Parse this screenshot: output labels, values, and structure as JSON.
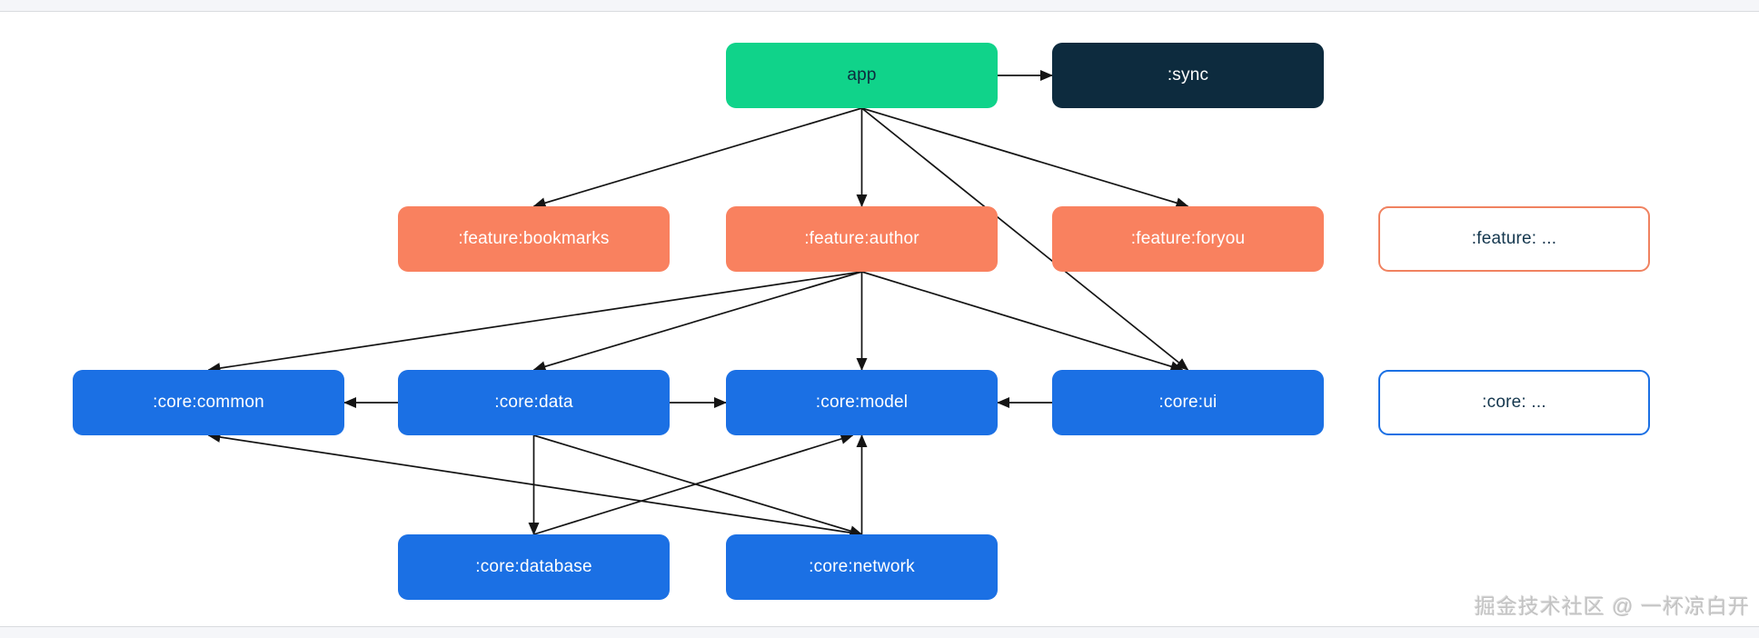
{
  "page": {
    "watermark": "掘金技术社区 @ 一杯凉白开"
  },
  "diagram": {
    "type": "module-dependency-graph",
    "colors": {
      "app_fill": "#10d38a",
      "sync_fill": "#0d2b3e",
      "feature_fill": "#f9815f",
      "core_fill": "#1b70e4",
      "outline_feature_border": "#f08260",
      "outline_core_border": "#1b70e4",
      "node_text_light": "#ffffff",
      "node_text_dark": "#0d2b3e",
      "arrow": "#141414"
    },
    "nodes": {
      "app": {
        "label": "app"
      },
      "sync": {
        "label": ":sync"
      },
      "feature_bookmarks": {
        "label": ":feature:bookmarks"
      },
      "feature_author": {
        "label": ":feature:author"
      },
      "feature_foryou": {
        "label": ":feature:foryou"
      },
      "feature_more": {
        "label": ":feature: ..."
      },
      "core_common": {
        "label": ":core:common"
      },
      "core_data": {
        "label": ":core:data"
      },
      "core_model": {
        "label": ":core:model"
      },
      "core_ui": {
        "label": ":core:ui"
      },
      "core_more": {
        "label": ":core: ..."
      },
      "core_database": {
        "label": ":core:database"
      },
      "core_network": {
        "label": ":core:network"
      }
    },
    "edges": [
      {
        "from": "app",
        "to": "sync"
      },
      {
        "from": "app",
        "to": "feature_bookmarks"
      },
      {
        "from": "app",
        "to": "feature_author"
      },
      {
        "from": "app",
        "to": "feature_foryou"
      },
      {
        "from": "app",
        "to": "core_ui"
      },
      {
        "from": "feature_author",
        "to": "core_common"
      },
      {
        "from": "feature_author",
        "to": "core_data"
      },
      {
        "from": "feature_author",
        "to": "core_model"
      },
      {
        "from": "feature_author",
        "to": "core_ui"
      },
      {
        "from": "core_data",
        "to": "core_common"
      },
      {
        "from": "core_data",
        "to": "core_model"
      },
      {
        "from": "core_ui",
        "to": "core_model"
      },
      {
        "from": "core_data",
        "to": "core_database"
      },
      {
        "from": "core_data",
        "to": "core_network"
      },
      {
        "from": "core_database",
        "to": "core_model"
      },
      {
        "from": "core_network",
        "to": "core_model"
      },
      {
        "from": "core_network",
        "to": "core_common"
      }
    ]
  }
}
